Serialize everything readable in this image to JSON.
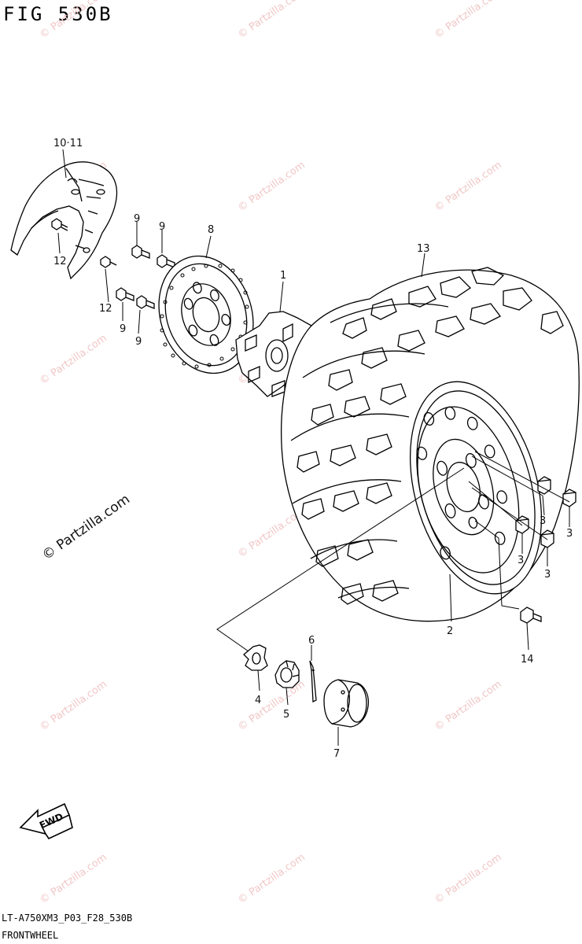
{
  "figure": {
    "title": "FIG 530B",
    "model_code": "LT-A750XM3_P03_F28_530B",
    "caption": "FRONTWHEEL"
  },
  "watermark": {
    "text": "© Partzilla.com",
    "color": "#f1c7c7"
  },
  "direction_arrow": {
    "label": "FWD"
  },
  "callouts": {
    "c1": "1",
    "c2": "2",
    "c3a": "3",
    "c3b": "3",
    "c3c": "3",
    "c3d": "3",
    "c4": "4",
    "c5": "5",
    "c6": "6",
    "c7": "7",
    "c8": "8",
    "c9a": "9",
    "c9b": "9",
    "c9c": "9",
    "c9d": "9",
    "c1011": "10·11",
    "c12a": "12",
    "c12b": "12",
    "c13": "13",
    "c14": "14"
  }
}
